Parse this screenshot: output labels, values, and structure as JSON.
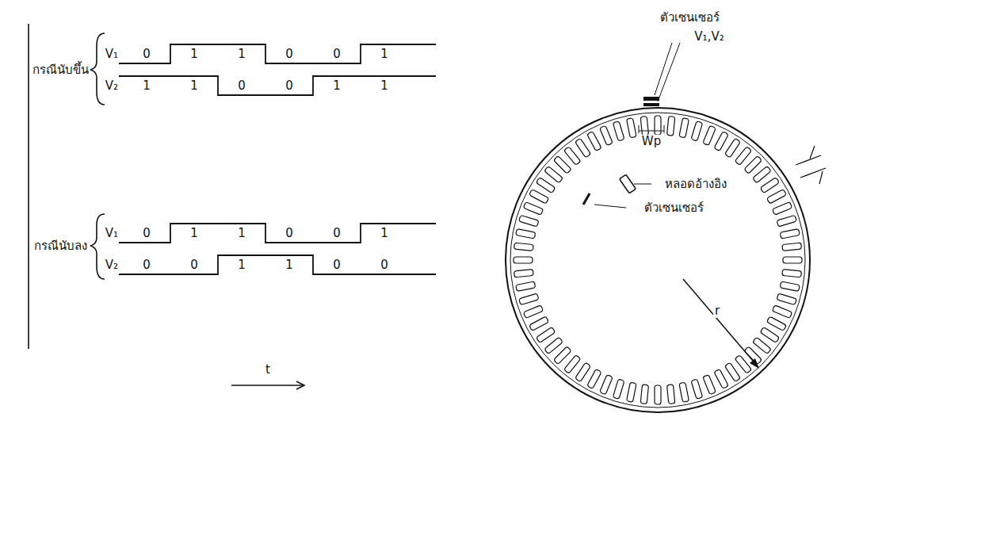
{
  "diagram": {
    "labels": [
      "ตัวเซนเซอร์",
      "V₁,V₂",
      "Wp",
      "หลอดอ้างอิง",
      "ตัวเซนเซอร์",
      "r",
      "กรณีนับขึ้น",
      "V₁",
      "0",
      "1",
      "1",
      "0",
      "0",
      "1",
      "V₂",
      "1",
      "1",
      "0",
      "0",
      "1",
      "1",
      "กรณีนับลง",
      "V₁",
      "0",
      "1",
      "1",
      "0",
      "0",
      "1",
      "V₂",
      "0",
      "0",
      "1",
      "1",
      "0",
      "0",
      "t"
    ]
  }
}
